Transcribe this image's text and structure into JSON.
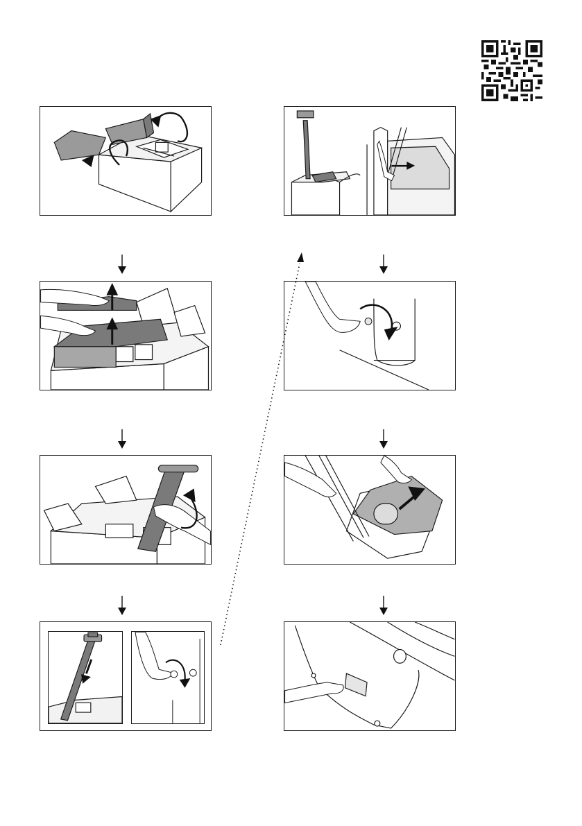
{
  "page": {
    "qr_code_icon": "qr-code-icon",
    "steps_left": [
      "open-box-flaps",
      "remove-foam-inserts",
      "lift-out-stand",
      "fold-stand-and-tighten-screw"
    ],
    "steps_right": [
      "stand-on-box-insert",
      "tighten-screw",
      "remove-protective-film",
      "hand-on-device-rear"
    ],
    "colors": {
      "line": "#1a1a1a",
      "dark_fill": "#7a7a7a",
      "mid_fill": "#a7a7a7",
      "light_fill": "#dcdcdc"
    }
  }
}
